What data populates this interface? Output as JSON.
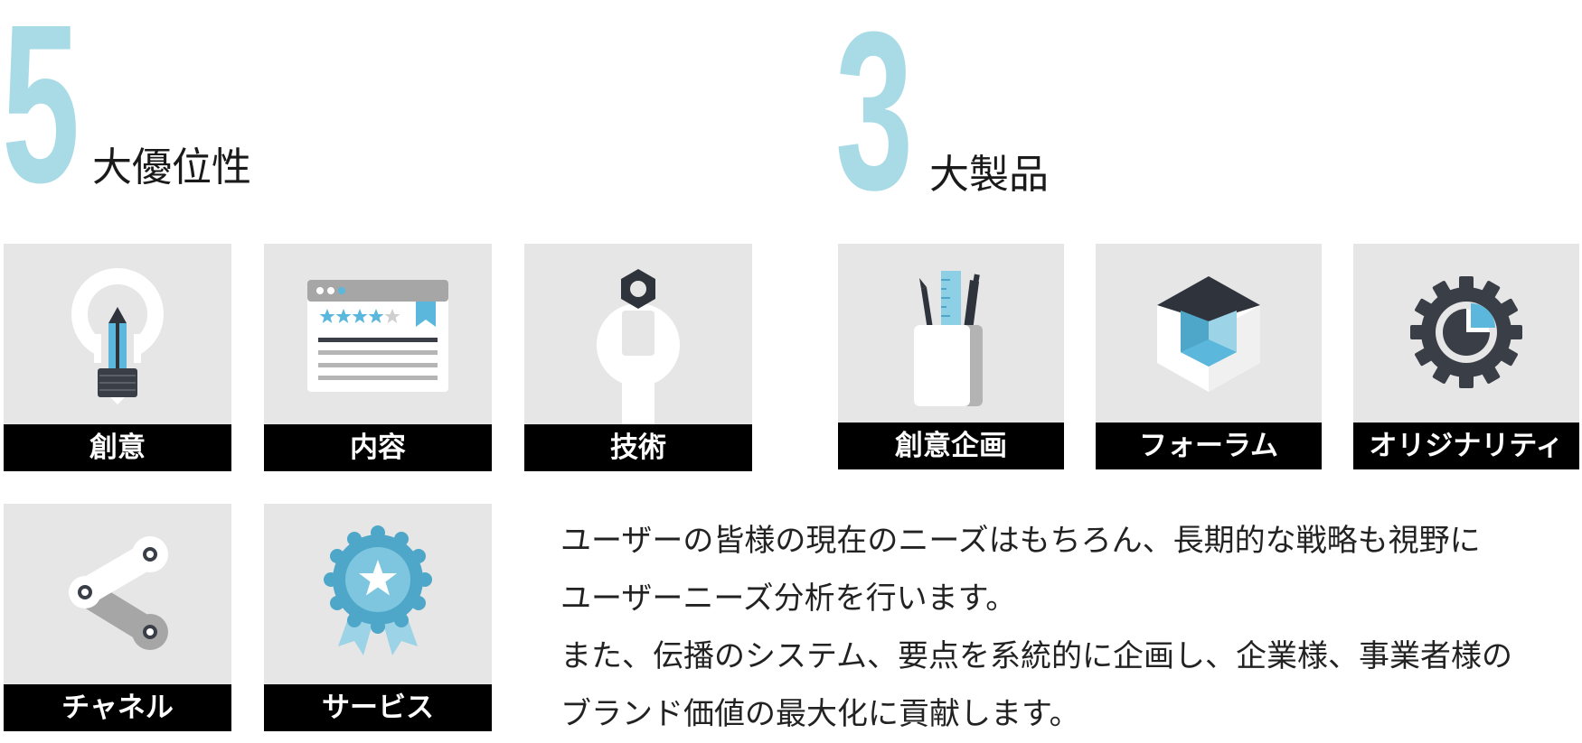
{
  "advantages": {
    "number": "5",
    "label": "大優位性",
    "tiles": [
      {
        "icon": "lightbulb-pencil-icon",
        "label": "創意"
      },
      {
        "icon": "browser-rating-icon",
        "label": "内容"
      },
      {
        "icon": "wrench-nut-icon",
        "label": "技術"
      },
      {
        "icon": "share-icon",
        "label": "チャネル"
      },
      {
        "icon": "award-badge-icon",
        "label": "サービス"
      }
    ]
  },
  "products": {
    "number": "3",
    "label": "大製品",
    "tiles": [
      {
        "icon": "pencil-cup-icon",
        "label": "創意企画"
      },
      {
        "icon": "cube-icon",
        "label": "フォーラム"
      },
      {
        "icon": "gear-chart-icon",
        "label": "オリジナリティ"
      }
    ]
  },
  "description": {
    "lines": [
      "ユーザーの皆様の現在のニーズはもちろん、長期的な戦略も視野に",
      "ユーザーニーズ分析を行います。",
      "また、伝播のシステム、要点を系統的に企画し、企業様、事業者様の",
      "ブランド価値の最大化に貢献します。"
    ]
  },
  "colors": {
    "accent": "#a9dbe7",
    "tile_bg": "#e6e6e6",
    "caption_bg": "#000000",
    "icon_blue": "#5bb8dc",
    "icon_dark": "#2f343c"
  }
}
